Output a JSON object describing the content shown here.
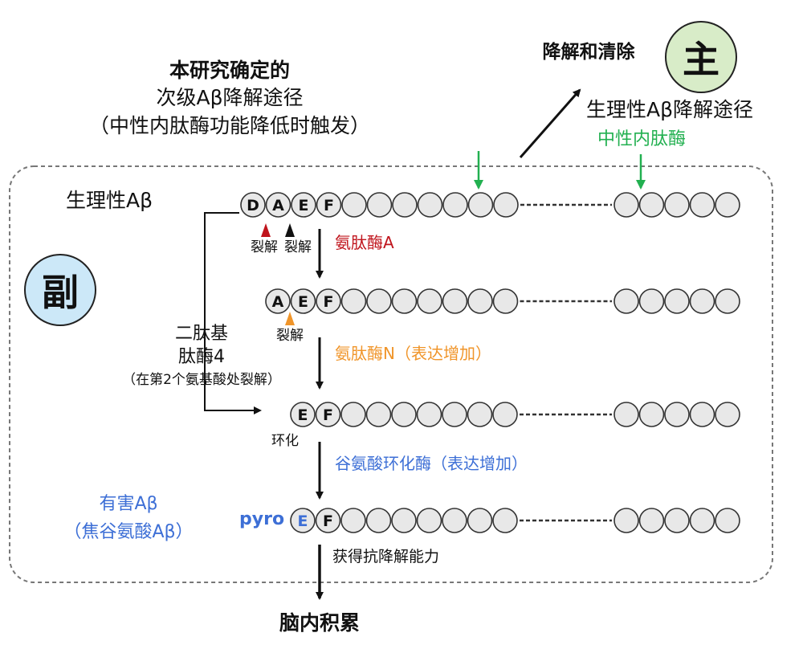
{
  "secondary_pathway": {
    "title_line1": "本研究确定的",
    "title_line2": "次级Aβ降解途径",
    "title_line3": "（中性内肽酶功能降低时触发）",
    "badge": "副"
  },
  "primary_pathway": {
    "heading": "降解和清除",
    "badge": "主",
    "subheading": "生理性Aβ降解途径",
    "enzyme": "中性内肽酶"
  },
  "rows": {
    "row1_label": "生理性Aβ",
    "row1_residues": [
      "D",
      "A",
      "E",
      "F"
    ],
    "row2_residues": [
      "A",
      "E",
      "F"
    ],
    "row3_residues": [
      "E",
      "F"
    ],
    "row4_prefix": "pyro",
    "row4_residues": [
      "E",
      "F"
    ]
  },
  "steps": {
    "cleave1": "裂解",
    "cleave2": "裂解",
    "enzyme_a": "氨肽酶A",
    "cleave3": "裂解",
    "enzyme_n": "氨肽酶N（表达增加）",
    "cyclize": "环化",
    "enzyme_qc": "谷氨酸环化酶（表达增加）",
    "resistance": "获得抗降解能力",
    "outcome": "脑内积累"
  },
  "dpp4": {
    "line1": "二肽基",
    "line2": "肽酶4",
    "line3": "（在第2个氨基酸处裂解）"
  },
  "harmful": {
    "line1": "有害Aβ",
    "line2": "（焦谷氨酸Aβ）"
  },
  "colors": {
    "red": "#c0141c",
    "orange": "#f0952a",
    "green": "#22b050",
    "blue": "#3d6fd6",
    "bead_fill": "#e8e8e8",
    "bead_stroke": "#333333",
    "badge_sub": "#cce8f8",
    "badge_main": "#d8ecc8"
  }
}
